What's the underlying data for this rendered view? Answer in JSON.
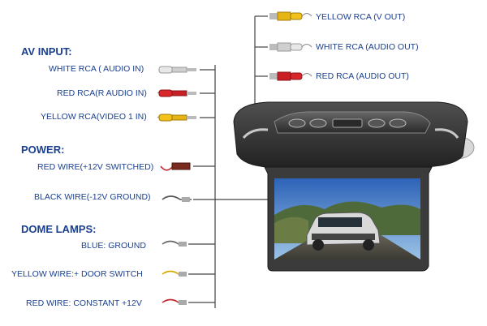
{
  "sections": {
    "av_input": "AV INPUT:",
    "power": "POWER:",
    "dome_lamps": "DOME LAMPS:"
  },
  "left": {
    "white_rca": "WHITE RCA ( AUDIO IN)",
    "red_rca": "RED RCA(R AUDIO IN)",
    "yellow_rca": "YELLOW RCA(VIDEO 1 IN)",
    "red_wire_power": "RED WIRE(+12V SWITCHED)",
    "black_wire": "BLACK WIRE(-12V GROUND)",
    "blue_ground": "BLUE: GROUND",
    "yellow_door": "YELLOW WIRE:+ DOOR SWITCH",
    "red_constant": "RED WIRE: CONSTANT +12V"
  },
  "right": {
    "yellow_out": "YELLOW RCA (V OUT)",
    "white_out": "WHITE RCA (AUDIO OUT)",
    "red_out": "RED RCA (AUDIO OUT)"
  },
  "colors": {
    "label_blue": "#1a3f8f",
    "rca_white": "#e8e8e8",
    "rca_red": "#d8262b",
    "rca_yellow": "#f2c21b",
    "device_body": "#3a3a3a"
  }
}
